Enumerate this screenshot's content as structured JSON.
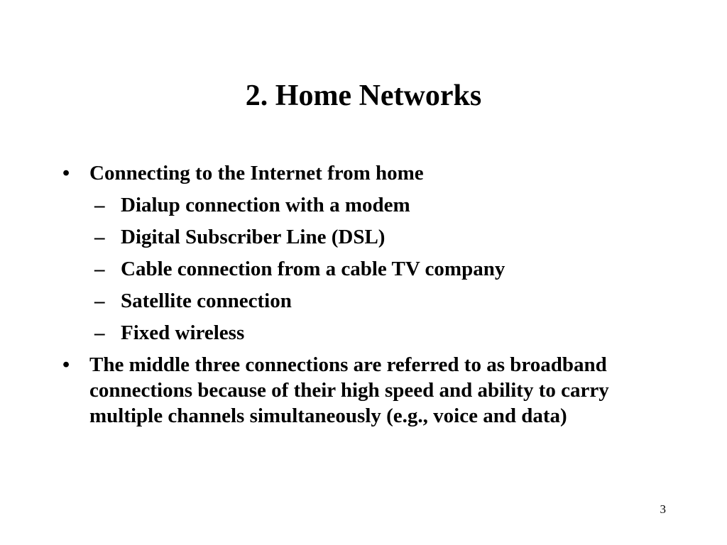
{
  "slide": {
    "title": "2. Home Networks",
    "bullets": [
      {
        "marker": "•",
        "text": "Connecting to the Internet from home",
        "sub_items": [
          {
            "marker": "–",
            "text": "Dialup connection with a modem"
          },
          {
            "marker": "–",
            "text": "Digital Subscriber Line (DSL)"
          },
          {
            "marker": "–",
            "text": "Cable connection from a cable TV company"
          },
          {
            "marker": "–",
            "text": "Satellite connection"
          },
          {
            "marker": "–",
            "text": "Fixed wireless"
          }
        ]
      },
      {
        "marker": "•",
        "text": "The middle three connections are referred to as broadband connections because of their high speed and ability to carry multiple channels simultaneously (e.g., voice and data)"
      }
    ],
    "page_number": "3"
  }
}
